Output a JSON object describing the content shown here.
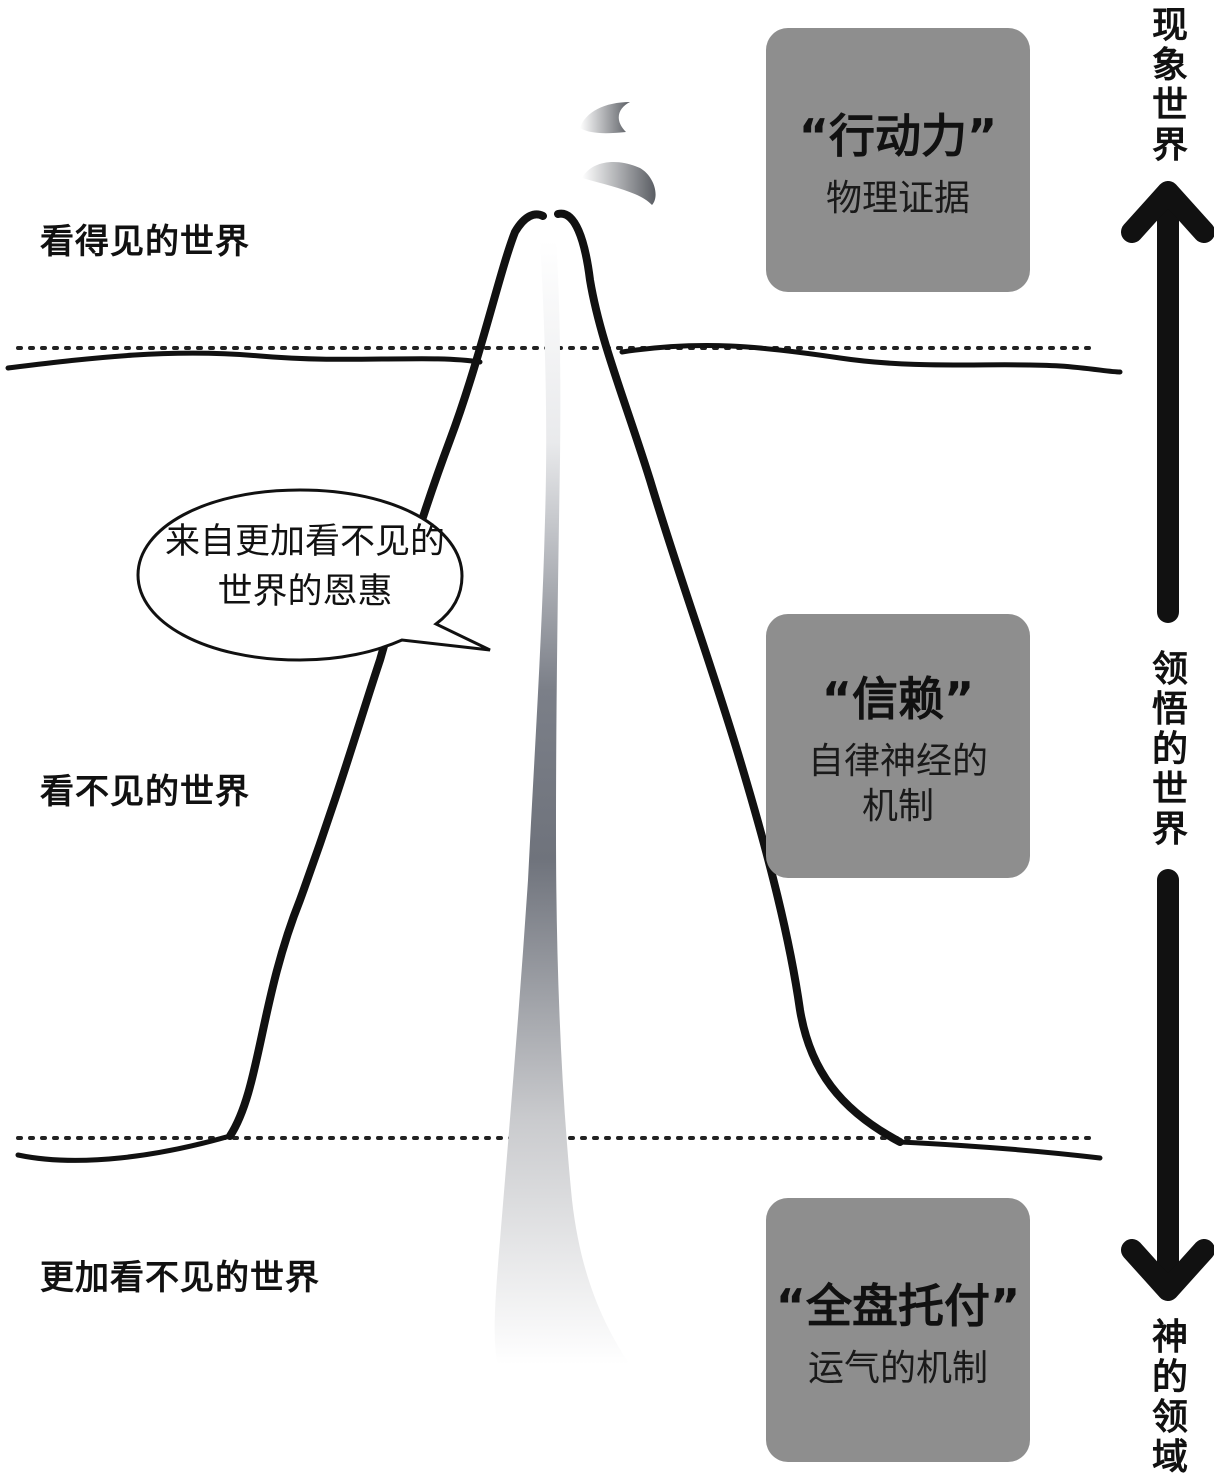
{
  "zones": {
    "visible": "看得见的世界",
    "invisible": "看不见的世界",
    "more_invisible": "更加看不见的世界"
  },
  "bubble": {
    "text": "来自更加看不见的世界的恩惠"
  },
  "boxes": [
    {
      "title": "“行动力”",
      "subtitle": "物理证据"
    },
    {
      "title": "“信赖”",
      "subtitle": "自律神经的\n机制"
    },
    {
      "title": "“全盘托付”",
      "subtitle": "运气的机制"
    }
  ],
  "axis": {
    "top": "现象世界",
    "middle": "领悟的世界",
    "bottom": "神的领域"
  },
  "colors": {
    "box_fill": "#8e8e8e",
    "line": "#111111"
  }
}
